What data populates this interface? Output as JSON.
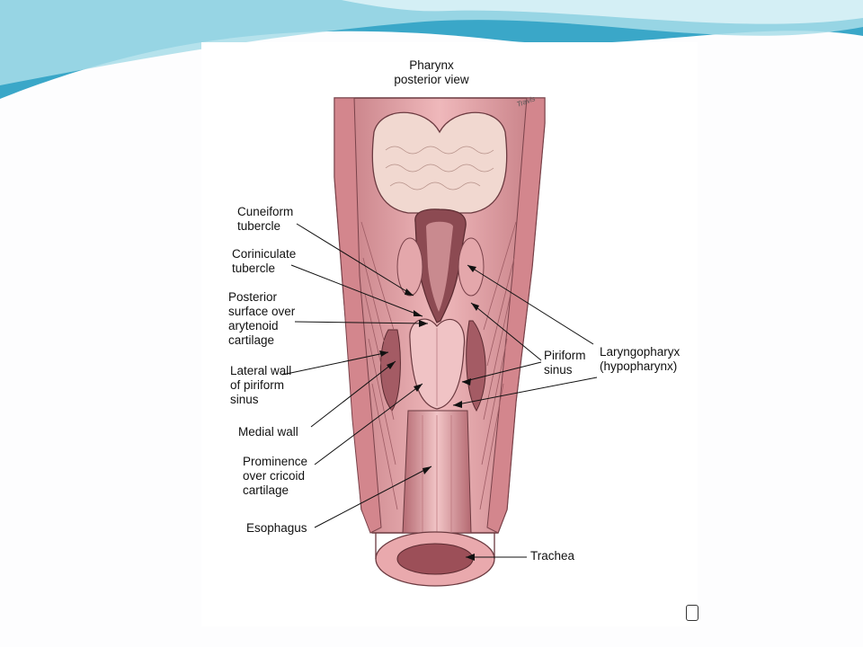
{
  "diagram": {
    "title": "Pharynx\nposterior view",
    "labels": {
      "cuneiform": "Cuneiform\ntubercle",
      "corniculate": "Coriniculate\ntubercle",
      "posterior_surface": "Posterior\nsurface over\narytenoid\ncartilage",
      "lateral_wall": "Lateral wall\nof piriform\nsinus",
      "medial_wall": "Medial wall",
      "prominence": "Prominence\nover cricoid\ncartilage",
      "esophagus": "Esophagus",
      "laryngopharynx": "Laryngopharyx\n(hypopharynx)",
      "piriform": "Piriform\nsinus",
      "trachea": "Trachea"
    },
    "artist_signature": "Travis"
  },
  "colors": {
    "slide_wave_dark": "#3aa7c8",
    "slide_wave_light": "#a8dde9",
    "tissue": "#e8a9ad",
    "tissue_dark": "#b86a72",
    "tissue_light": "#f3cfd1"
  }
}
